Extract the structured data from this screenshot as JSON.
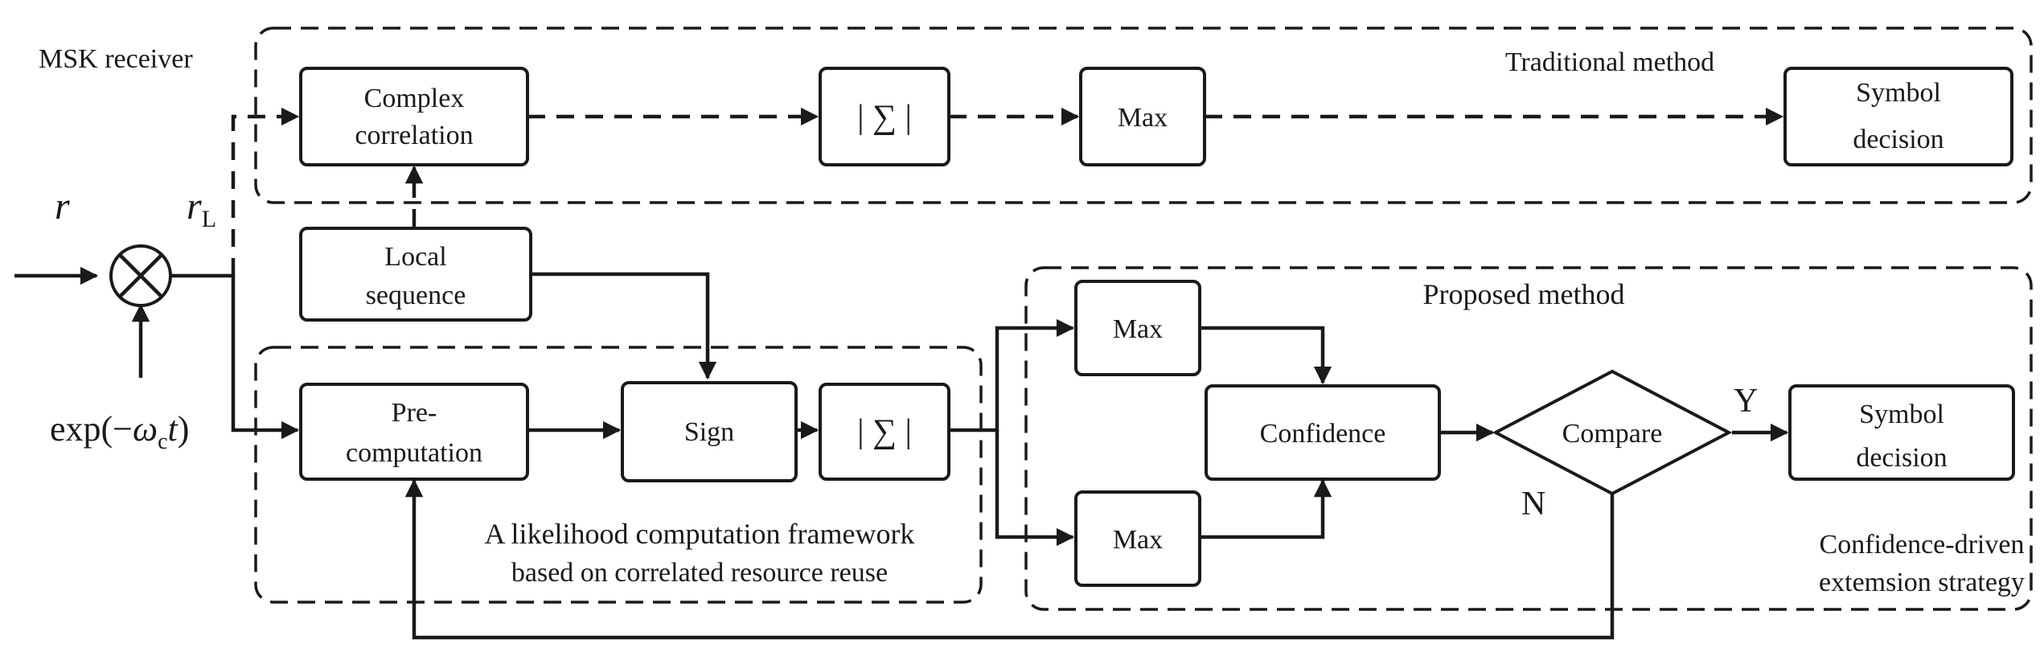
{
  "groups": {
    "msk_receiver": "MSK receiver",
    "traditional": "Traditional method",
    "proposed": "Proposed method",
    "framework_line1": "A likelihood computation framework",
    "framework_line2": "based on correlated resource reuse",
    "strategy_line1": "Confidence-driven",
    "strategy_line2": "extemsion strategy"
  },
  "blocks": {
    "complex_corr_1": "Complex",
    "complex_corr_2": "correlation",
    "sum_top": "| ∑ |",
    "max_top": "Max",
    "symbol_top_1": "Symbol",
    "symbol_top_2": "decision",
    "local_seq_1": "Local",
    "local_seq_2": "sequence",
    "precomp_1": "Pre-",
    "precomp_2": "computation",
    "sign": "Sign",
    "sum_bottom": "| ∑ |",
    "max_upper": "Max",
    "max_lower": "Max",
    "confidence": "Confidence",
    "compare": "Compare",
    "symbol_bottom_1": "Symbol",
    "symbol_bottom_2": "decision"
  },
  "signals": {
    "input": "r",
    "mixed": "r",
    "mixed_sub": "L",
    "oscillator_pre": "exp(−",
    "oscillator_omega": "ω",
    "oscillator_sub": "c",
    "oscillator_t": "t",
    "oscillator_post": ")",
    "yes": "Y",
    "no": "N"
  }
}
